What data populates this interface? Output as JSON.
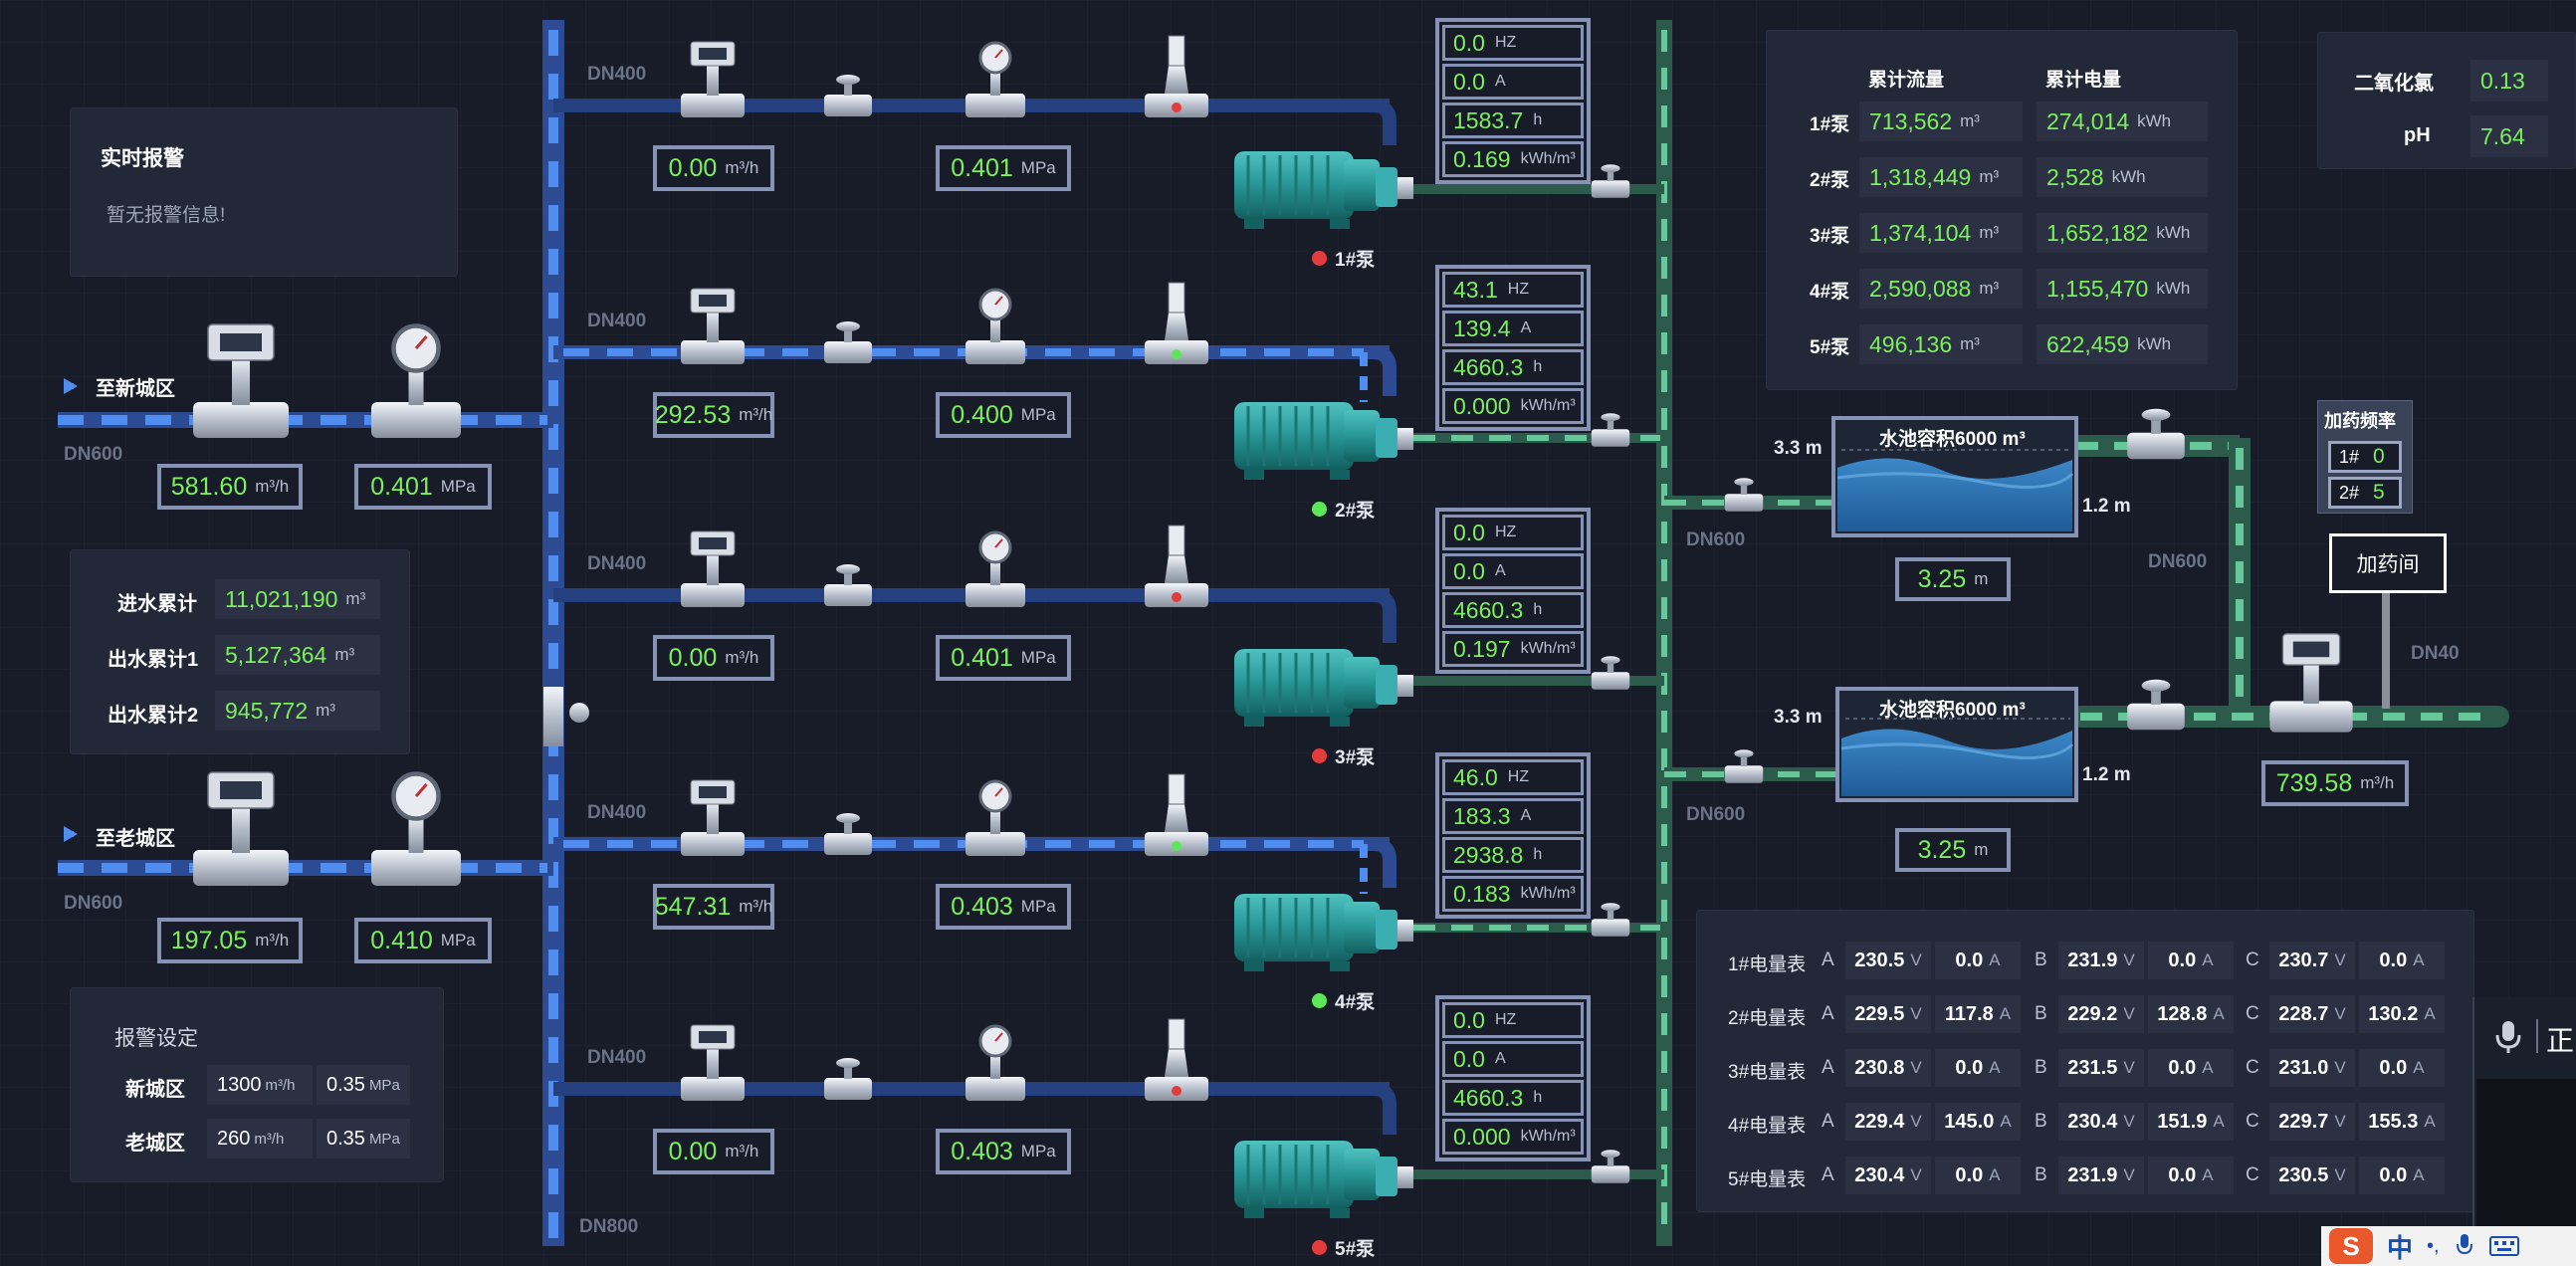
{
  "colors": {
    "bg": "#181c28",
    "panel": "#222838",
    "value": "#7cf05c",
    "pipe_main": "#2d4b93",
    "flow": "#4f8df0",
    "pipe_out": "#2c5b4c",
    "flow_out": "#66c79a",
    "run": "#5ee65a",
    "stop": "#e23c3c",
    "box_border": "#8693b4"
  },
  "alarm": {
    "title": "实时报警",
    "message": "暂无报警信息!"
  },
  "inlets": [
    {
      "label": "至新城区",
      "dn": "DN600",
      "flow": "581.60",
      "flow_unit": "m³/h",
      "pressure": "0.401",
      "pressure_unit": "MPa"
    },
    {
      "label": "至老城区",
      "dn": "DN600",
      "flow": "197.05",
      "flow_unit": "m³/h",
      "pressure": "0.410",
      "pressure_unit": "MPa"
    }
  ],
  "totals": [
    {
      "label": "进水累计",
      "value": "11,021,190",
      "unit": "m³"
    },
    {
      "label": "出水累计1",
      "value": "5,127,364",
      "unit": "m³"
    },
    {
      "label": "出水累计2",
      "value": "945,772",
      "unit": "m³"
    }
  ],
  "alarm_settings": {
    "title": "报警设定",
    "rows": [
      {
        "label": "新城区",
        "flow": "1300",
        "flow_unit": "m³/h",
        "pressure": "0.35",
        "pressure_unit": "MPa"
      },
      {
        "label": "老城区",
        "flow": "260",
        "flow_unit": "m³/h",
        "pressure": "0.35",
        "pressure_unit": "MPa"
      }
    ]
  },
  "main_pipe": {
    "dn_bottom": "DN800"
  },
  "pumps": [
    {
      "name": "1#泵",
      "status": "stopped",
      "dn": "DN400",
      "flow": "0.00",
      "flow_unit": "m³/h",
      "pressure": "0.401",
      "pressure_unit": "MPa",
      "hz": "0.0",
      "amp": "0.0",
      "hours": "1583.7",
      "energy": "0.169"
    },
    {
      "name": "2#泵",
      "status": "running",
      "dn": "DN400",
      "flow": "292.53",
      "flow_unit": "m³/h",
      "pressure": "0.400",
      "pressure_unit": "MPa",
      "hz": "43.1",
      "amp": "139.4",
      "hours": "4660.3",
      "energy": "0.000"
    },
    {
      "name": "3#泵",
      "status": "stopped",
      "dn": "DN400",
      "flow": "0.00",
      "flow_unit": "m³/h",
      "pressure": "0.401",
      "pressure_unit": "MPa",
      "hz": "0.0",
      "amp": "0.0",
      "hours": "4660.3",
      "energy": "0.197"
    },
    {
      "name": "4#泵",
      "status": "running",
      "dn": "DN400",
      "flow": "547.31",
      "flow_unit": "m³/h",
      "pressure": "0.403",
      "pressure_unit": "MPa",
      "hz": "46.0",
      "amp": "183.3",
      "hours": "2938.8",
      "energy": "0.183"
    },
    {
      "name": "5#泵",
      "status": "stopped",
      "dn": "DN400",
      "flow": "0.00",
      "flow_unit": "m³/h",
      "pressure": "0.403",
      "pressure_unit": "MPa",
      "hz": "0.0",
      "amp": "0.0",
      "hours": "4660.3",
      "energy": "0.000"
    }
  ],
  "motor_units": {
    "hz": "HZ",
    "amp": "A",
    "hours": "h",
    "energy": "kWh/m³"
  },
  "cumulative": {
    "col_flow": "累计流量",
    "col_power": "累计电量",
    "flow_unit": "m³",
    "power_unit": "kWh",
    "rows": [
      {
        "label": "1#泵",
        "flow": "713,562",
        "power": "274,014"
      },
      {
        "label": "2#泵",
        "flow": "1,318,449",
        "power": "2,528"
      },
      {
        "label": "3#泵",
        "flow": "1,374,104",
        "power": "1,652,182"
      },
      {
        "label": "4#泵",
        "flow": "2,590,088",
        "power": "1,155,470"
      },
      {
        "label": "5#泵",
        "flow": "496,136",
        "power": "622,459"
      }
    ]
  },
  "quality": {
    "chlorine_label": "二氧化氯",
    "chlorine": "0.13",
    "ph_label": "pH",
    "ph": "7.64"
  },
  "tanks": [
    {
      "title": "水池容积6000 m³",
      "top_level": "3.3 m",
      "low_level": "1.2 m",
      "level": "3.25",
      "level_unit": "m",
      "dn": "DN600"
    },
    {
      "title": "水池容积6000 m³",
      "top_level": "3.3 m",
      "low_level": "1.2 m",
      "level": "3.25",
      "level_unit": "m",
      "dn": "DN600"
    }
  ],
  "outlet": {
    "dn_riser": "DN600",
    "dn_dose": "DN40",
    "flow": "739.58",
    "flow_unit": "m³/h"
  },
  "dosing": {
    "title": "加药频率",
    "rows": [
      {
        "label": "1#",
        "value": "0"
      },
      {
        "label": "2#",
        "value": "5"
      }
    ],
    "room": "加药间"
  },
  "meters": {
    "v_unit": "V",
    "a_unit": "A",
    "phases": [
      "A",
      "B",
      "C"
    ],
    "rows": [
      {
        "label": "1#电量表",
        "va": "230.5",
        "ia": "0.0",
        "vb": "231.9",
        "ib": "0.0",
        "vc": "230.7",
        "ic": "0.0"
      },
      {
        "label": "2#电量表",
        "va": "229.5",
        "ia": "117.8",
        "vb": "229.2",
        "ib": "128.8",
        "vc": "228.7",
        "ic": "130.2"
      },
      {
        "label": "3#电量表",
        "va": "230.8",
        "ia": "0.0",
        "vb": "231.5",
        "ib": "0.0",
        "vc": "231.0",
        "ic": "0.0"
      },
      {
        "label": "4#电量表",
        "va": "229.4",
        "ia": "145.0",
        "vb": "230.4",
        "ib": "151.9",
        "vc": "229.7",
        "ic": "155.3"
      },
      {
        "label": "5#电量表",
        "va": "230.4",
        "ia": "0.0",
        "vb": "231.9",
        "ib": "0.0",
        "vc": "230.5",
        "ic": "0.0"
      }
    ]
  },
  "overlay": {
    "ime_text": "正",
    "ime_bar_text": "中"
  }
}
